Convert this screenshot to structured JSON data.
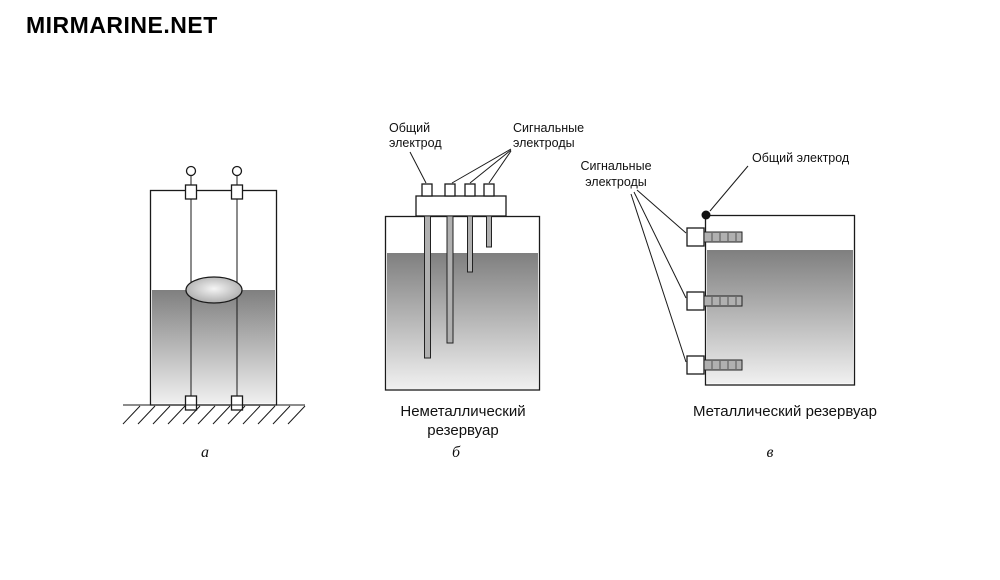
{
  "watermark": "MIRMARINE.NET",
  "colors": {
    "line": "#1a1a1a",
    "liquid_dark": "#7f7f7f",
    "liquid_light": "#f0f0f0"
  },
  "fig_a": {
    "label": "а"
  },
  "fig_b": {
    "label": "б",
    "common_label": [
      "Общий",
      "электрод"
    ],
    "signal_label": [
      "Сигнальные",
      "электроды"
    ],
    "caption": [
      "Неметаллический",
      "резервуар"
    ]
  },
  "fig_v": {
    "label": "в",
    "signal_label": [
      "Сигнальные",
      "электроды"
    ],
    "common_label": "Общий электрод",
    "caption": "Металлический резервуар"
  }
}
